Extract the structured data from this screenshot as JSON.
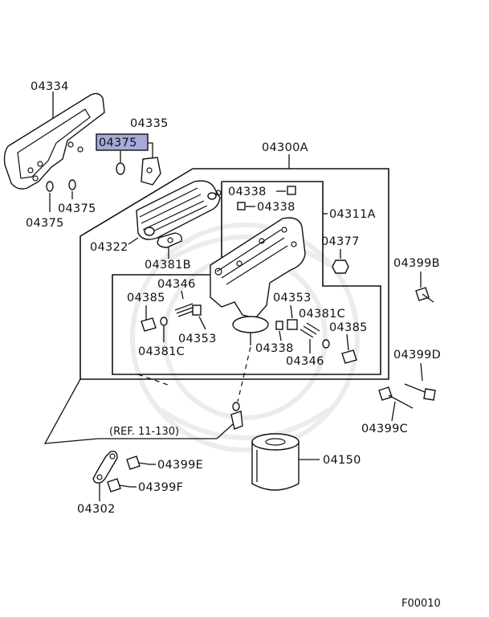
{
  "labels": {
    "p04334": "04334",
    "p04335": "04335",
    "p04375_hl": "04375",
    "p04375_a": "04375",
    "p04375_b": "04375",
    "p04300A": "04300A",
    "p04338_a": "04338",
    "p04338_b": "04338",
    "p04311A": "04311A",
    "p04377": "04377",
    "p04322": "04322",
    "p04381B": "04381B",
    "p04399B": "04399B",
    "p04346_a": "04346",
    "p04385_a": "04385",
    "p04353_a": "04353",
    "p04381C_a": "04381C",
    "p04385_b": "04385",
    "p04353_b": "04353",
    "p04381C_b": "04381C",
    "p04338_c": "04338",
    "p04346_b": "04346",
    "p04399D": "04399D",
    "p04399C": "04399C",
    "ref": "(REF. 11-130)",
    "p04150": "04150",
    "p04399E": "04399E",
    "p04399F": "04399F",
    "p04302": "04302",
    "figure_code": "F00010"
  },
  "colors": {
    "highlight": "#a6abd8",
    "line": "#111111"
  }
}
